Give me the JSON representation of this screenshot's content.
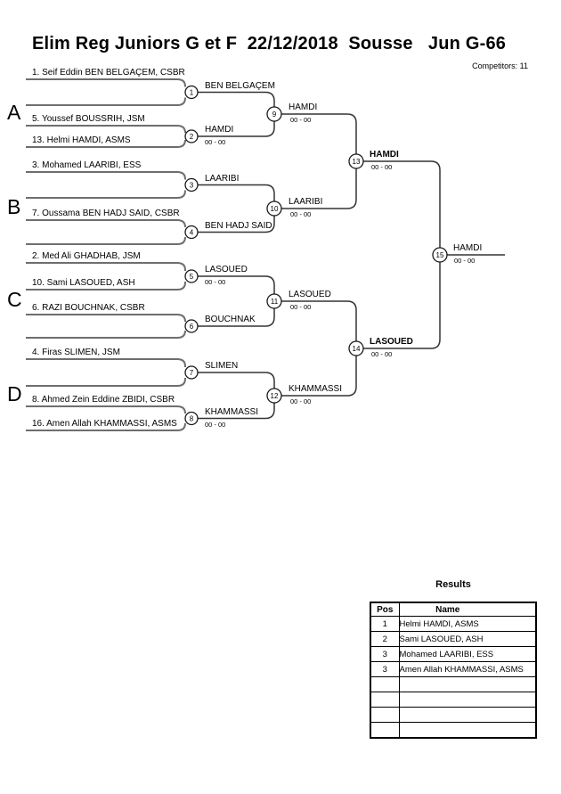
{
  "header": {
    "title": "Elim Reg Juniors G et F  22/12/2018  Sousse   Jun G-66",
    "competitors_label": "Competitors: 11"
  },
  "bracket": {
    "sections": [
      {
        "label": "A"
      },
      {
        "label": "B"
      },
      {
        "label": "C"
      },
      {
        "label": "D"
      }
    ],
    "round1": [
      {
        "number": "1",
        "top": "1. Seif Eddin BEN BELGAÇEM, CSBR",
        "bottom": "",
        "winner": "BEN BELGAÇEM",
        "score": ""
      },
      {
        "number": "2",
        "top": "5. Youssef BOUSSRIH, JSM",
        "bottom": "13. Helmi HAMDI, ASMS",
        "winner": "HAMDI",
        "score": "00 - 00"
      },
      {
        "number": "3",
        "top": "3. Mohamed LAARIBI, ESS",
        "bottom": "",
        "winner": "LAARIBI",
        "score": ""
      },
      {
        "number": "4",
        "top": "7. Oussama BEN HADJ SAID, CSBR",
        "bottom": "",
        "winner": "BEN HADJ SAID",
        "score": ""
      },
      {
        "number": "5",
        "top": "2. Med Ali GHADHAB, JSM",
        "bottom": "10. Sami LASOUED, ASH",
        "winner": "LASOUED",
        "score": "00 - 00"
      },
      {
        "number": "6",
        "top": "6. RAZI BOUCHNAK, CSBR",
        "bottom": "",
        "winner": "BOUCHNAK",
        "score": ""
      },
      {
        "number": "7",
        "top": "4. Firas SLIMEN, JSM",
        "bottom": "",
        "winner": "SLIMEN",
        "score": ""
      },
      {
        "number": "8",
        "top": "8. Ahmed Zein Eddine ZBIDI, CSBR",
        "bottom": "16. Amen Allah KHAMMASSI, ASMS",
        "winner": "KHAMMASSI",
        "score": "00 - 00"
      }
    ],
    "round2": [
      {
        "number": "9",
        "winner": "HAMDI",
        "score": "00 - 00"
      },
      {
        "number": "10",
        "winner": "LAARIBI",
        "score": "00 - 00"
      },
      {
        "number": "11",
        "winner": "LASOUED",
        "score": "00 - 00"
      },
      {
        "number": "12",
        "winner": "KHAMMASSI",
        "score": "00 - 00"
      }
    ],
    "semifinals": [
      {
        "number": "13",
        "winner": "HAMDI",
        "score": "00 - 00",
        "bold": true
      },
      {
        "number": "14",
        "winner": "LASOUED",
        "score": "00 - 00",
        "bold": true
      }
    ],
    "final": {
      "number": "15",
      "winner": "HAMDI",
      "score": "00 - 00"
    }
  },
  "results": {
    "title": "Results",
    "columns": [
      "Pos",
      "Name"
    ],
    "rows": [
      {
        "pos": "1",
        "name": "Helmi HAMDI, ASMS"
      },
      {
        "pos": "2",
        "name": "Sami LASOUED, ASH"
      },
      {
        "pos": "3",
        "name": "Mohamed LAARIBI, ESS"
      },
      {
        "pos": "3",
        "name": "Amen Allah KHAMMASSI, ASMS"
      },
      {
        "pos": "",
        "name": ""
      },
      {
        "pos": "",
        "name": ""
      },
      {
        "pos": "",
        "name": ""
      },
      {
        "pos": "",
        "name": ""
      }
    ]
  }
}
